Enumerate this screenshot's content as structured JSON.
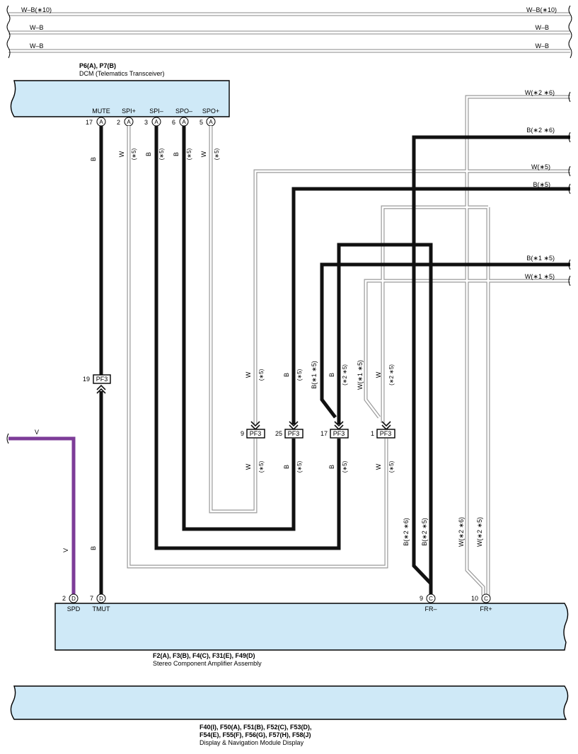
{
  "colors": {
    "component_fill": "#cfe9f7",
    "wire_black": "#111111",
    "wire_white_outline": "#9a9a9a",
    "wire_violet": "#7d3c98"
  },
  "top_bus": {
    "rows": [
      {
        "left": "W–B(∗10)",
        "right": "W–B(∗10)"
      },
      {
        "left": "W–B",
        "right": "W–B"
      },
      {
        "left": "W–B",
        "right": "W–B"
      }
    ]
  },
  "dcm": {
    "code": "P6(A), P7(B)",
    "name": "DCM (Telematics Transceiver)",
    "pins": [
      {
        "label": "MUTE",
        "num": "17",
        "conn": "A"
      },
      {
        "label": "SPI+",
        "num": "2",
        "conn": "A"
      },
      {
        "label": "SPI–",
        "num": "3",
        "conn": "A"
      },
      {
        "label": "SPO–",
        "num": "6",
        "conn": "A"
      },
      {
        "label": "SPO+",
        "num": "5",
        "conn": "A"
      }
    ]
  },
  "right_wires": [
    {
      "label": "W(∗2 ∗6)"
    },
    {
      "label": "B(∗2 ∗6)"
    },
    {
      "label": "W(∗5)"
    },
    {
      "label": "B(∗5)"
    },
    {
      "label": "B(∗1 ∗5)"
    },
    {
      "label": "W(∗1 ∗5)"
    }
  ],
  "wire_labels": {
    "mute_b": "B",
    "spi_plus_w": "W",
    "spi_plus_note": "(∗5)",
    "spi_minus_b": "B",
    "spi_minus_note": "(∗5)",
    "spo_minus_b": "B",
    "spo_minus_note": "(∗5)",
    "spo_plus_w": "W",
    "spo_plus_note": "(∗5)",
    "c1_w": "W",
    "c1_note": "(∗5)",
    "c2_b": "B",
    "c2_note": "(∗5)",
    "c3_b": "B(∗1 ∗5)",
    "c4_b": "B",
    "c4_note": "(∗2 ∗5)",
    "c5_w": "W(∗1 ∗5)",
    "c6_w": "W",
    "c6_note": "(∗2 ∗5)",
    "b1_w": "W",
    "b1_note": "(∗5)",
    "b2_b": "B",
    "b2_note": "(∗5)",
    "b3_b": "B",
    "b3_note": "(∗5)",
    "b4_w": "W",
    "b4_note": "(∗5)",
    "fr_minus_a": "B(∗2 ∗6)",
    "fr_minus_b": "B(∗2 ∗5)",
    "fr_plus_a": "W(∗2 ∗6)",
    "fr_plus_b": "W(∗2 ∗5)",
    "tmut_b": "B",
    "spd_v_top": "V",
    "spd_v_side": "V"
  },
  "junctions": [
    {
      "num": "19",
      "name": "PF3"
    },
    {
      "num": "9",
      "name": "PF3"
    },
    {
      "num": "25",
      "name": "PF3"
    },
    {
      "num": "17",
      "name": "PF3"
    },
    {
      "num": "1",
      "name": "PF3"
    }
  ],
  "amp": {
    "code": "F2(A), F3(B), F4(C), F31(E), F49(D)",
    "name": "Stereo Component Amplifier Assembly",
    "pins": [
      {
        "label": "SPD",
        "num": "2",
        "conn": "D"
      },
      {
        "label": "TMUT",
        "num": "7",
        "conn": "D"
      },
      {
        "label": "FR–",
        "num": "9",
        "conn": "C"
      },
      {
        "label": "FR+",
        "num": "10",
        "conn": "C"
      }
    ]
  },
  "display": {
    "code_line1": "F40(I), F50(A), F51(B), F52(C), F53(D),",
    "code_line2": "F54(E), F55(F), F56(G), F57(H), F58(J)",
    "name": "Display & Navigation Module Display"
  }
}
